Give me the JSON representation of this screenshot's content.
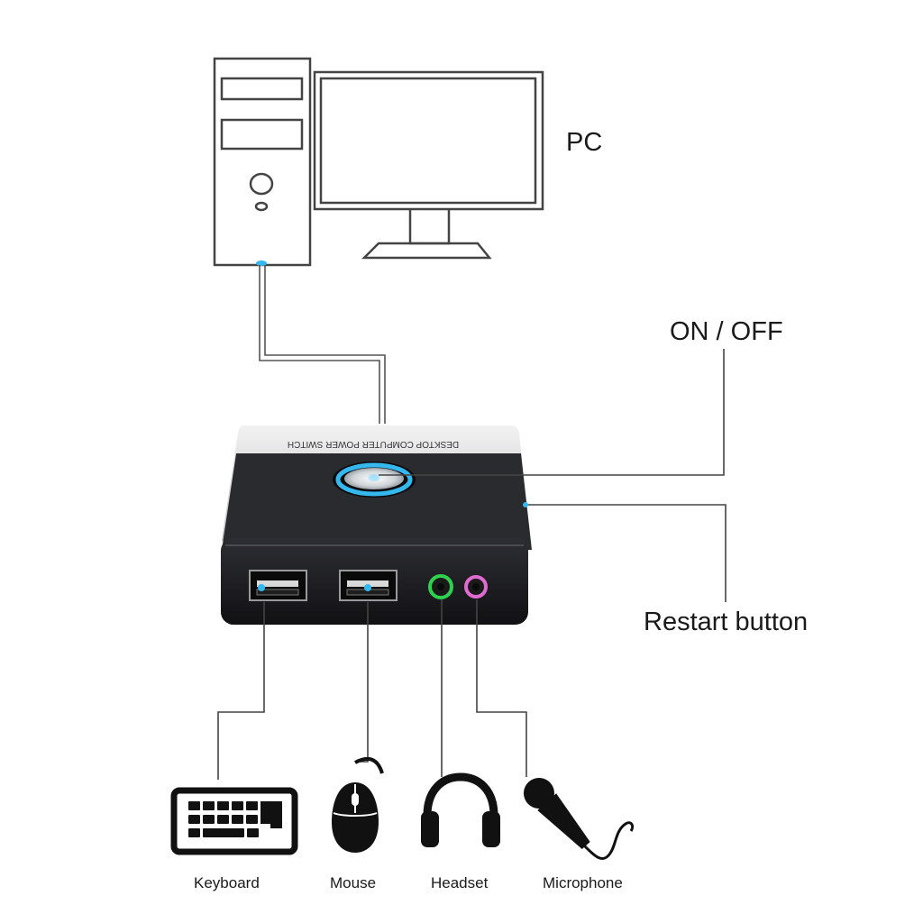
{
  "labels": {
    "pc": "PC",
    "power": "ON / OFF",
    "restart": "Restart button",
    "device_text": "DESKTOP COMPUTER POWER SWITCH"
  },
  "peripherals": [
    {
      "label": "Keyboard",
      "icon": "keyboard-icon"
    },
    {
      "label": "Mouse",
      "icon": "mouse-icon"
    },
    {
      "label": "Headset",
      "icon": "headset-icon"
    },
    {
      "label": "Microphone",
      "icon": "microphone-icon"
    }
  ],
  "colors": {
    "line": "#444444",
    "device_body": "#1c1d20",
    "device_top": "#d6d6d6",
    "led_blue": "#34b8ee",
    "jack_green": "#2fd24e",
    "jack_pink": "#e06bd0"
  }
}
